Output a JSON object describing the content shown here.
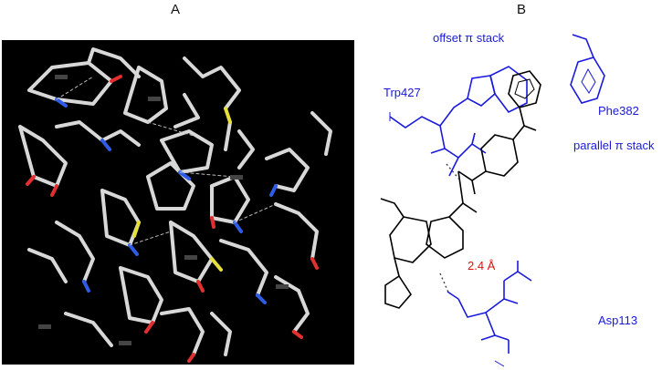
{
  "panels": {
    "a": {
      "label": "A"
    },
    "b": {
      "label": "B"
    }
  },
  "annotations": {
    "offset_stack": "offset π stack",
    "trp": "Trp427",
    "phe": "Phe382",
    "parallel_stack": "parallel π stack",
    "asp": "Asp113",
    "distance": "2.4 Å"
  },
  "colors": {
    "residue": "#1a1adc",
    "ligand": "#000000",
    "distance": "#e01010",
    "render_background": "#000000"
  }
}
